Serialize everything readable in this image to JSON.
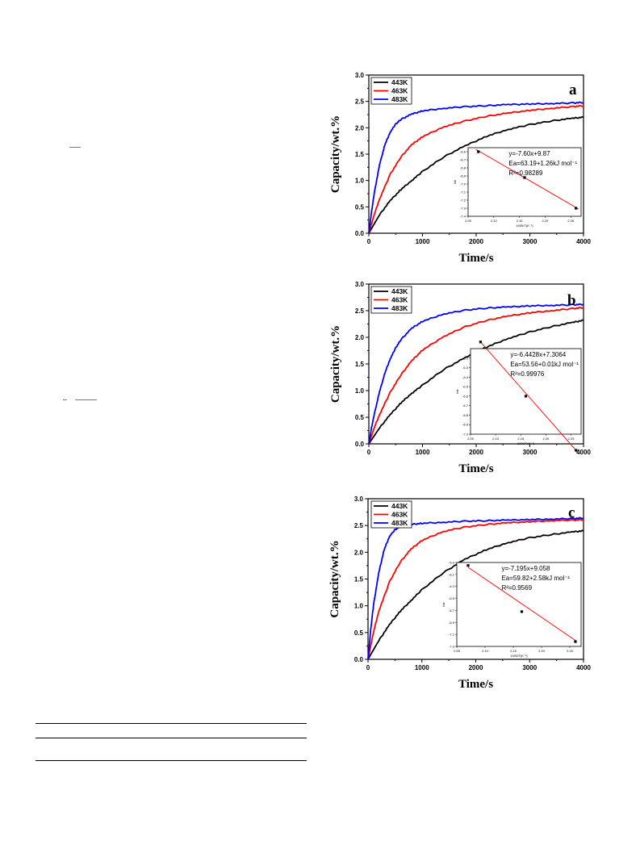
{
  "charts": [
    {
      "letter": "a",
      "chart_data": {
        "type": "line",
        "xlabel": "Time/s",
        "ylabel": "Capacity/wt.%",
        "xlim": [
          0,
          4000
        ],
        "ylim": [
          0,
          3.0
        ],
        "xticks": [
          "0",
          "1000",
          "2000",
          "3000",
          "4000"
        ],
        "yticks": [
          "0.0",
          "0.5",
          "1.0",
          "1.5",
          "2.0",
          "2.5",
          "3.0"
        ],
        "legend_position": "top-left",
        "series": [
          {
            "name": "443K",
            "color": "#000000",
            "x": [
              0,
              200,
              400,
              600,
              800,
              1000,
              1400,
              1800,
              2200,
              2600,
              3000,
              3400,
              3800,
              4000
            ],
            "y": [
              0,
              0.35,
              0.62,
              0.83,
              1.0,
              1.17,
              1.45,
              1.66,
              1.84,
              1.97,
              2.06,
              2.13,
              2.18,
              2.2
            ]
          },
          {
            "name": "463K",
            "color": "#ff0000",
            "x": [
              0,
              100,
              200,
              400,
              600,
              800,
              1000,
              1400,
              1800,
              2200,
              2600,
              3000,
              3400,
              3800,
              4000
            ],
            "y": [
              0,
              0.35,
              0.65,
              1.12,
              1.45,
              1.68,
              1.83,
              2.02,
              2.13,
              2.22,
              2.28,
              2.33,
              2.37,
              2.4,
              2.42
            ]
          },
          {
            "name": "483K",
            "color": "#0000ff",
            "x": [
              0,
              50,
              100,
              200,
              300,
              400,
              500,
              600,
              800,
              1000,
              1400,
              1800,
              2200,
              2600,
              3000,
              3400,
              3800,
              4000
            ],
            "y": [
              0,
              0.4,
              0.75,
              1.3,
              1.68,
              1.92,
              2.07,
              2.16,
              2.26,
              2.32,
              2.37,
              2.4,
              2.42,
              2.44,
              2.45,
              2.46,
              2.47,
              2.48
            ]
          }
        ],
        "inset": {
          "equation": "y=-7.60x+9.87",
          "ea": "Ea=63.19+1.26kJ mol⁻¹",
          "r2": "R²=0.98289",
          "xlabel": "1000/T(K⁻¹)",
          "ylabel": "lnk",
          "xlim": [
            2.05,
            2.27
          ],
          "ylim": [
            -7.4,
            -6.55
          ],
          "xticks": [
            "2.05",
            "2.10",
            "2.15",
            "2.20",
            "2.25"
          ],
          "yticks": [
            "-6.6",
            "-6.7",
            "-6.8",
            "-6.9",
            "-7.0",
            "-7.1",
            "-7.2",
            "-7.3",
            "-7.4"
          ],
          "points": [
            {
              "x": 2.07,
              "y": -6.6
            },
            {
              "x": 2.16,
              "y": -6.92
            },
            {
              "x": 2.26,
              "y": -7.3
            }
          ],
          "fit_x": [
            2.065,
            2.265
          ],
          "fit_y": [
            -6.57,
            -7.31
          ]
        }
      }
    },
    {
      "letter": "b",
      "chart_data": {
        "type": "line",
        "xlabel": "Time/s",
        "ylabel": "Capacity/wt.%",
        "xlim": [
          0,
          4000
        ],
        "ylim": [
          0,
          3.0
        ],
        "xticks": [
          "0",
          "1000",
          "2000",
          "3000",
          "4000"
        ],
        "yticks": [
          "0.0",
          "0.5",
          "1.0",
          "1.5",
          "2.0",
          "2.5",
          "3.0"
        ],
        "legend_position": "top-left",
        "series": [
          {
            "name": "443K",
            "color": "#000000",
            "x": [
              0,
              200,
              400,
              600,
              800,
              1000,
              1400,
              1800,
              2200,
              2600,
              3000,
              3400,
              3800,
              4000
            ],
            "y": [
              0,
              0.3,
              0.55,
              0.77,
              0.95,
              1.1,
              1.4,
              1.62,
              1.82,
              1.98,
              2.1,
              2.2,
              2.28,
              2.32
            ]
          },
          {
            "name": "463K",
            "color": "#ff0000",
            "x": [
              0,
              100,
              200,
              400,
              600,
              800,
              1000,
              1400,
              1800,
              2200,
              2600,
              3000,
              3400,
              3800,
              4000
            ],
            "y": [
              0,
              0.3,
              0.55,
              0.97,
              1.3,
              1.56,
              1.76,
              2.02,
              2.2,
              2.32,
              2.4,
              2.46,
              2.5,
              2.54,
              2.56
            ]
          },
          {
            "name": "483K",
            "color": "#0000ff",
            "x": [
              0,
              50,
              100,
              200,
              300,
              400,
              500,
              600,
              800,
              1000,
              1400,
              1800,
              2200,
              2600,
              3000,
              3400,
              3800,
              4000
            ],
            "y": [
              0,
              0.3,
              0.55,
              0.98,
              1.33,
              1.6,
              1.8,
              1.96,
              2.17,
              2.3,
              2.44,
              2.51,
              2.55,
              2.57,
              2.59,
              2.6,
              2.61,
              2.62
            ]
          }
        ],
        "inset": {
          "equation": "y=-6.4428x+7.3064",
          "ea": "Ea=53.56+0.01kJ mol⁻¹",
          "r2": "R²=0.99976",
          "xlabel": "1000/T(K⁻¹)",
          "ylabel": "lnk",
          "xlim": [
            2.05,
            2.27
          ],
          "ylim": [
            -7.0,
            -6.1
          ],
          "xticks": [
            "2.05",
            "2.10",
            "2.15",
            "2.20",
            "2.25"
          ],
          "yticks": [
            "-6.2",
            "-6.3",
            "-6.4",
            "-6.5",
            "-6.6",
            "-6.7",
            "-6.8",
            "-6.9",
            "-7.0"
          ],
          "points": [
            {
              "x": 2.07,
              "y": -6.03
            },
            {
              "x": 2.16,
              "y": -6.6
            },
            {
              "x": 2.26,
              "y": -7.17
            }
          ],
          "fit_x": [
            2.07,
            2.26
          ],
          "fit_y": [
            -6.03,
            -7.17
          ]
        }
      }
    },
    {
      "letter": "c",
      "chart_data": {
        "type": "line",
        "xlabel": "Time/s",
        "ylabel": "Capacity/wt.%",
        "xlim": [
          0,
          4000
        ],
        "ylim": [
          0,
          3.0
        ],
        "xticks": [
          "0",
          "1000",
          "2000",
          "3000",
          "4000"
        ],
        "yticks": [
          "0.0",
          "0.5",
          "1.0",
          "1.5",
          "2.0",
          "2.5",
          "3.0"
        ],
        "legend_position": "top-left",
        "series": [
          {
            "name": "443K",
            "color": "#000000",
            "x": [
              0,
              200,
              400,
              600,
              800,
              1000,
              1400,
              1800,
              2200,
              2600,
              3000,
              3400,
              3800,
              4000
            ],
            "y": [
              0,
              0.35,
              0.65,
              0.9,
              1.1,
              1.3,
              1.62,
              1.87,
              2.05,
              2.18,
              2.27,
              2.33,
              2.38,
              2.4
            ]
          },
          {
            "name": "463K",
            "color": "#ff0000",
            "x": [
              0,
              100,
              200,
              400,
              600,
              800,
              1000,
              1400,
              1800,
              2200,
              2600,
              3000,
              3400,
              3800,
              4000
            ],
            "y": [
              0,
              0.5,
              0.9,
              1.45,
              1.82,
              2.06,
              2.22,
              2.39,
              2.47,
              2.52,
              2.55,
              2.57,
              2.59,
              2.6,
              2.61
            ]
          },
          {
            "name": "483K",
            "color": "#0000ff",
            "x": [
              0,
              50,
              100,
              200,
              300,
              400,
              500,
              600,
              800,
              1000,
              1400,
              1800,
              2200,
              2600,
              3000,
              3400,
              3800,
              4000
            ],
            "y": [
              0,
              0.55,
              1.0,
              1.62,
              2.05,
              2.3,
              2.42,
              2.48,
              2.52,
              2.54,
              2.56,
              2.58,
              2.59,
              2.6,
              2.61,
              2.62,
              2.63,
              2.64
            ]
          }
        ],
        "inset": {
          "equation": "y=-7.195x+9.058",
          "ea": "Ea=59.82+2.58kJ mol⁻¹",
          "r2": "R²=0.9569",
          "xlabel": "1000/T(K⁻¹)",
          "ylabel": "lnk",
          "xlim": [
            2.05,
            2.27
          ],
          "ylim": [
            -7.3,
            -5.9
          ],
          "xticks": [
            "2.05",
            "2.10",
            "2.15",
            "2.20",
            "2.25"
          ],
          "yticks": [
            "-5.9",
            "-6.1",
            "-6.3",
            "-6.5",
            "-6.7",
            "-6.9",
            "-7.1",
            "-7.3"
          ],
          "points": [
            {
              "x": 2.07,
              "y": -5.95
            },
            {
              "x": 2.165,
              "y": -6.72
            },
            {
              "x": 2.26,
              "y": -7.22
            }
          ],
          "fit_x": [
            2.07,
            2.26
          ],
          "fit_y": [
            -5.98,
            -7.2
          ]
        }
      }
    }
  ]
}
